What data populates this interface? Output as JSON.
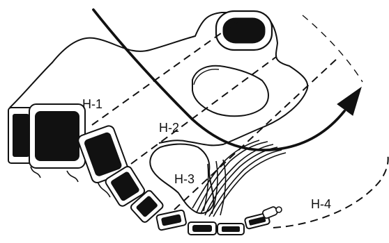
{
  "diagram": {
    "colors": {
      "ink": "#111111",
      "background": "#ffffff"
    },
    "labels": {
      "h1": "H-1",
      "h2": "H-2",
      "h3": "H-3",
      "h4": "H-4"
    },
    "annotations": {
      "arrow_icon": "curved-arrow-icon",
      "plane_style": "dashed"
    }
  }
}
